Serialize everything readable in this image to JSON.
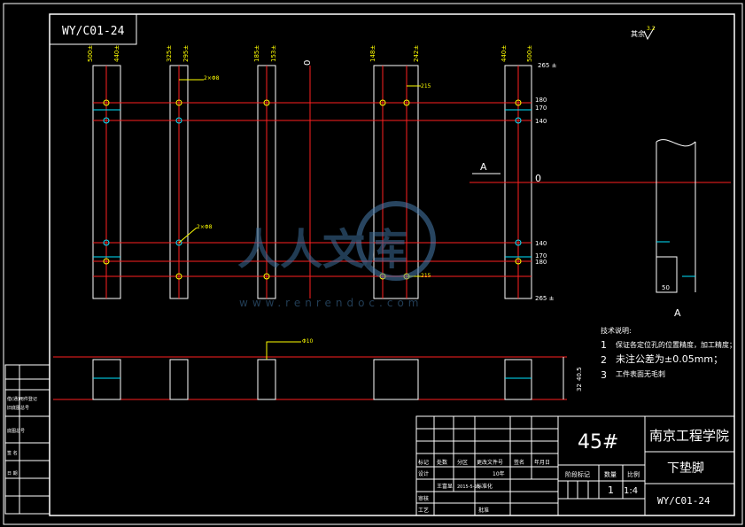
{
  "drawing_code": "WY/C01-24",
  "material": "45#",
  "school": "南京工程学院",
  "part_name": "下垫脚",
  "scale": "1:4",
  "quantity": "1",
  "roughness_label": "其余",
  "roughness_value": "3.2",
  "section_label": "A",
  "zero_label": "0",
  "tech_title": "技术说明:",
  "tech_notes": [
    {
      "num": "1",
      "text": "保证各定位孔的位置精度，加工精度；"
    },
    {
      "num": "2",
      "text": "未注公差为±0.05mm；"
    },
    {
      "num": "3",
      "text": "工件表面无毛刺"
    }
  ],
  "top_dims": [
    "500±",
    "440±",
    "325±",
    "295±",
    "185±",
    "153±",
    "148±",
    "242±",
    "440±",
    "500±"
  ],
  "right_dims": [
    "265 ±",
    "180",
    "170",
    "140",
    "0",
    "140",
    "170",
    "180",
    "265 ±"
  ],
  "hole_callouts": [
    "2×Φ8",
    "2×Φ8",
    "215",
    "215",
    "Φ10"
  ],
  "lower_dims": [
    "32",
    "40.5"
  ],
  "title_block": {
    "headers": [
      "标记",
      "处数",
      "分区",
      "更改文件号",
      "签名",
      "年月日"
    ],
    "row_design": [
      "设计",
      "王富显",
      "2015-5-15",
      "标准化",
      "10年"
    ],
    "row_labels": [
      "审核",
      "工艺",
      "批准"
    ],
    "stage_labels": [
      "阶段标记",
      "数量",
      "比例"
    ]
  },
  "left_block": [
    "借(通)用件登记",
    "旧底图总号",
    "底图总号",
    "签 名",
    "日 期"
  ]
}
